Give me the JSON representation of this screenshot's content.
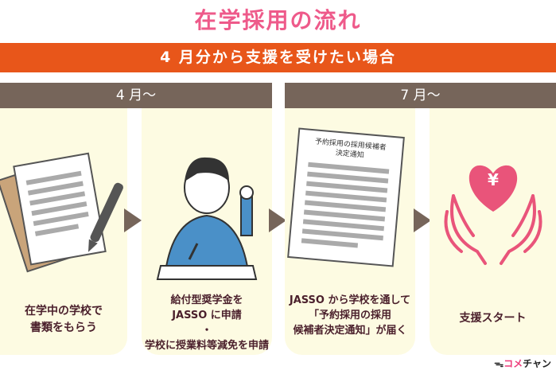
{
  "title": "在学採用の流れ",
  "banner": "4 月分から支援を受けたい場合",
  "periods": [
    "4 月〜",
    "7 月〜"
  ],
  "steps": [
    {
      "lines": [
        "在学中の学校で",
        "書類をもらう"
      ]
    },
    {
      "lines": [
        "給付型奨学金を",
        "JASSO に申請",
        "・",
        "学校に授業料等減免を申請"
      ]
    },
    {
      "lines": [
        "JASSO から学校を通して",
        "「予約採用の採用",
        "候補者決定通知」が届く"
      ]
    },
    {
      "lines": [
        "支援スタート"
      ]
    }
  ],
  "document_heading": [
    "予約採用の採用候補者",
    "決定通知"
  ],
  "heart_symbol": "¥",
  "logo": {
    "prefix": "ᯓ",
    "brand": "コメ",
    "suffix": "チャン"
  },
  "colors": {
    "title": "#ee5a8a",
    "banner": "#e8561a",
    "period": "#76655a",
    "card": "#fdfbe2"
  }
}
